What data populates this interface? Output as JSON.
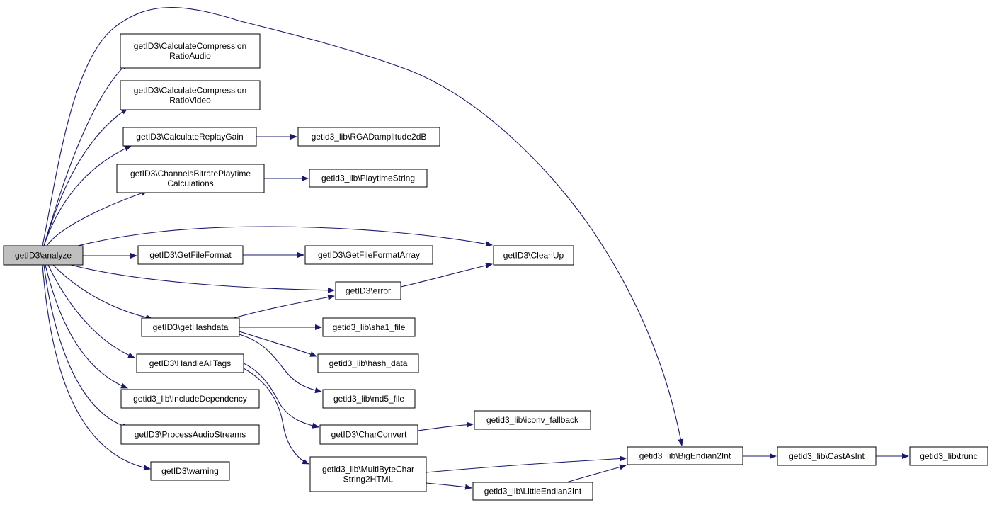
{
  "graph": {
    "colors": {
      "edge": "#191970",
      "node_fill": "#ffffff",
      "root_fill": "#bfbfbf",
      "border": "#000000"
    },
    "nodes": {
      "analyze": {
        "lines": [
          "getID3\\analyze"
        ]
      },
      "calc_ratio_audio": {
        "lines": [
          "getID3\\CalculateCompression",
          "RatioAudio"
        ]
      },
      "calc_ratio_video": {
        "lines": [
          "getID3\\CalculateCompression",
          "RatioVideo"
        ]
      },
      "calc_replay_gain": {
        "lines": [
          "getID3\\CalculateReplayGain"
        ]
      },
      "rgad_amplitude": {
        "lines": [
          "getid3_lib\\RGADamplitude2dB"
        ]
      },
      "channels_bitrate": {
        "lines": [
          "getID3\\ChannelsBitratePlaytime",
          "Calculations"
        ]
      },
      "playtime_string": {
        "lines": [
          "getid3_lib\\PlaytimeString"
        ]
      },
      "get_file_format": {
        "lines": [
          "getID3\\GetFileFormat"
        ]
      },
      "get_file_format_array": {
        "lines": [
          "getID3\\GetFileFormatArray"
        ]
      },
      "clean_up": {
        "lines": [
          "getID3\\CleanUp"
        ]
      },
      "error": {
        "lines": [
          "getID3\\error"
        ]
      },
      "get_hashdata": {
        "lines": [
          "getID3\\getHashdata"
        ]
      },
      "sha1_file": {
        "lines": [
          "getid3_lib\\sha1_file"
        ]
      },
      "hash_data": {
        "lines": [
          "getid3_lib\\hash_data"
        ]
      },
      "md5_file": {
        "lines": [
          "getid3_lib\\md5_file"
        ]
      },
      "handle_all_tags": {
        "lines": [
          "getID3\\HandleAllTags"
        ]
      },
      "include_dependency": {
        "lines": [
          "getid3_lib\\IncludeDependency"
        ]
      },
      "char_convert": {
        "lines": [
          "getID3\\CharConvert"
        ]
      },
      "iconv_fallback": {
        "lines": [
          "getid3_lib\\iconv_fallback"
        ]
      },
      "process_audio_streams": {
        "lines": [
          "getID3\\ProcessAudioStreams"
        ]
      },
      "warning": {
        "lines": [
          "getID3\\warning"
        ]
      },
      "multibyte_char": {
        "lines": [
          "getid3_lib\\MultiByteChar",
          "String2HTML"
        ]
      },
      "big_endian": {
        "lines": [
          "getid3_lib\\BigEndian2Int"
        ]
      },
      "little_endian": {
        "lines": [
          "getid3_lib\\LittleEndian2Int"
        ]
      },
      "cast_as_int": {
        "lines": [
          "getid3_lib\\CastAsInt"
        ]
      },
      "trunc": {
        "lines": [
          "getid3_lib\\trunc"
        ]
      }
    },
    "edges": [
      {
        "from": "analyze",
        "to": "calc_ratio_audio"
      },
      {
        "from": "analyze",
        "to": "calc_ratio_video"
      },
      {
        "from": "analyze",
        "to": "calc_replay_gain"
      },
      {
        "from": "analyze",
        "to": "channels_bitrate"
      },
      {
        "from": "analyze",
        "to": "get_file_format"
      },
      {
        "from": "analyze",
        "to": "clean_up"
      },
      {
        "from": "analyze",
        "to": "error"
      },
      {
        "from": "analyze",
        "to": "get_hashdata"
      },
      {
        "from": "analyze",
        "to": "handle_all_tags"
      },
      {
        "from": "analyze",
        "to": "include_dependency"
      },
      {
        "from": "analyze",
        "to": "process_audio_streams"
      },
      {
        "from": "analyze",
        "to": "warning"
      },
      {
        "from": "analyze",
        "to": "big_endian"
      },
      {
        "from": "calc_replay_gain",
        "to": "rgad_amplitude"
      },
      {
        "from": "channels_bitrate",
        "to": "playtime_string"
      },
      {
        "from": "get_file_format",
        "to": "get_file_format_array"
      },
      {
        "from": "error",
        "to": "clean_up"
      },
      {
        "from": "get_hashdata",
        "to": "error"
      },
      {
        "from": "get_hashdata",
        "to": "sha1_file"
      },
      {
        "from": "get_hashdata",
        "to": "hash_data"
      },
      {
        "from": "get_hashdata",
        "to": "md5_file"
      },
      {
        "from": "handle_all_tags",
        "to": "char_convert"
      },
      {
        "from": "handle_all_tags",
        "to": "multibyte_char"
      },
      {
        "from": "char_convert",
        "to": "iconv_fallback"
      },
      {
        "from": "multibyte_char",
        "to": "big_endian"
      },
      {
        "from": "multibyte_char",
        "to": "little_endian"
      },
      {
        "from": "little_endian",
        "to": "big_endian"
      },
      {
        "from": "big_endian",
        "to": "cast_as_int"
      },
      {
        "from": "cast_as_int",
        "to": "trunc"
      }
    ]
  }
}
